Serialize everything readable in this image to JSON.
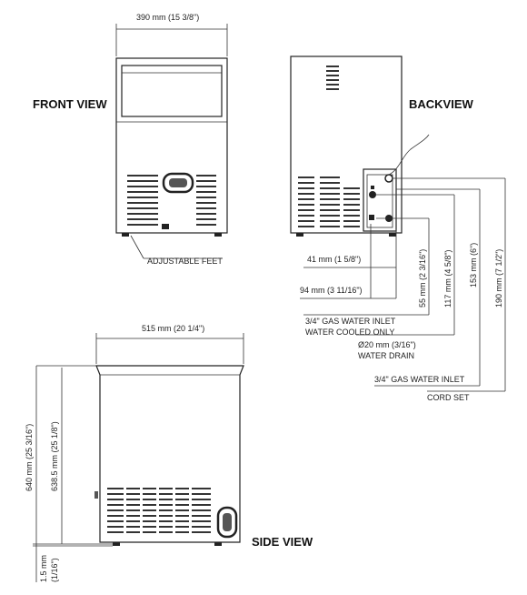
{
  "views": {
    "front": "FRONT VIEW",
    "back": "BACKVIEW",
    "side": "SIDE VIEW"
  },
  "front": {
    "width": "390 mm (15 3/8\")",
    "feet": "ADJUSTABLE FEET"
  },
  "back": {
    "d41": "41 mm (1 5/8\")",
    "d94": "94 mm (3 11/16\")",
    "d55": "55 mm (2 3/16\")",
    "d117": "117 mm (4 5/8\")",
    "d153": "153 mm (6\")",
    "d190": "190 mm (7 1/2\")",
    "inlet1_a": "3/4\" GAS WATER INLET",
    "inlet1_b": "WATER COOLED ONLY",
    "drain_a": "Ø20 mm (3/16\")",
    "drain_b": "WATER DRAIN",
    "inlet2": "3/4\" GAS WATER INLET",
    "cord": "CORD SET"
  },
  "side": {
    "width": "515 mm (20 1/4\")",
    "h640": "640 mm (25 3/16\")",
    "h638": "638.5 mm (25 1/8\")",
    "h15": "1.5 mm",
    "h15b": "(1/16\")"
  },
  "colors": {
    "line": "#333333",
    "vent": "#333333"
  }
}
